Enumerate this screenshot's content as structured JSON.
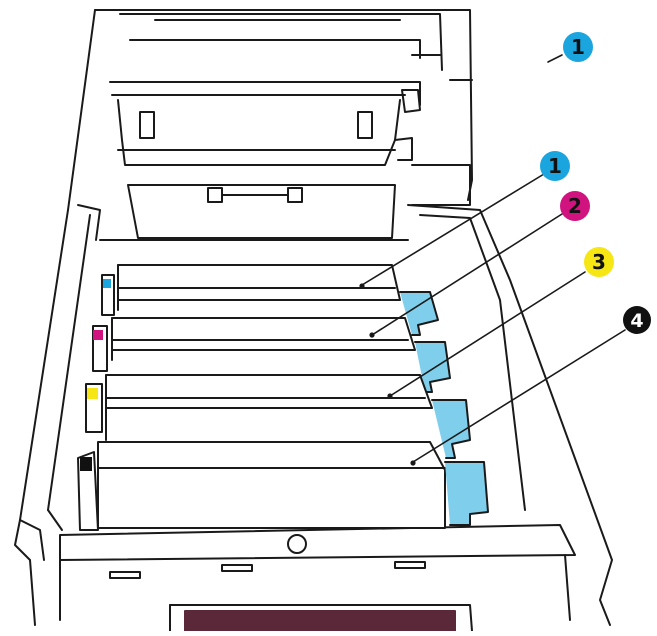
{
  "colors": {
    "outline": "#1a1a1a",
    "cyan": "#1ba5de",
    "magenta": "#d0137f",
    "yellow": "#f5e614",
    "black": "#111111",
    "handle_blue": "#7fcfec",
    "panel": "#5a2838"
  },
  "callouts": {
    "lid": {
      "number": "1",
      "color": "cyan"
    },
    "cartridges": [
      {
        "number": "1",
        "color": "cyan"
      },
      {
        "number": "2",
        "color": "magenta"
      },
      {
        "number": "3",
        "color": "yellow"
      },
      {
        "number": "4",
        "color": "black"
      }
    ]
  },
  "cartridge_tabs": [
    "cyan",
    "magenta",
    "yellow",
    "black"
  ]
}
